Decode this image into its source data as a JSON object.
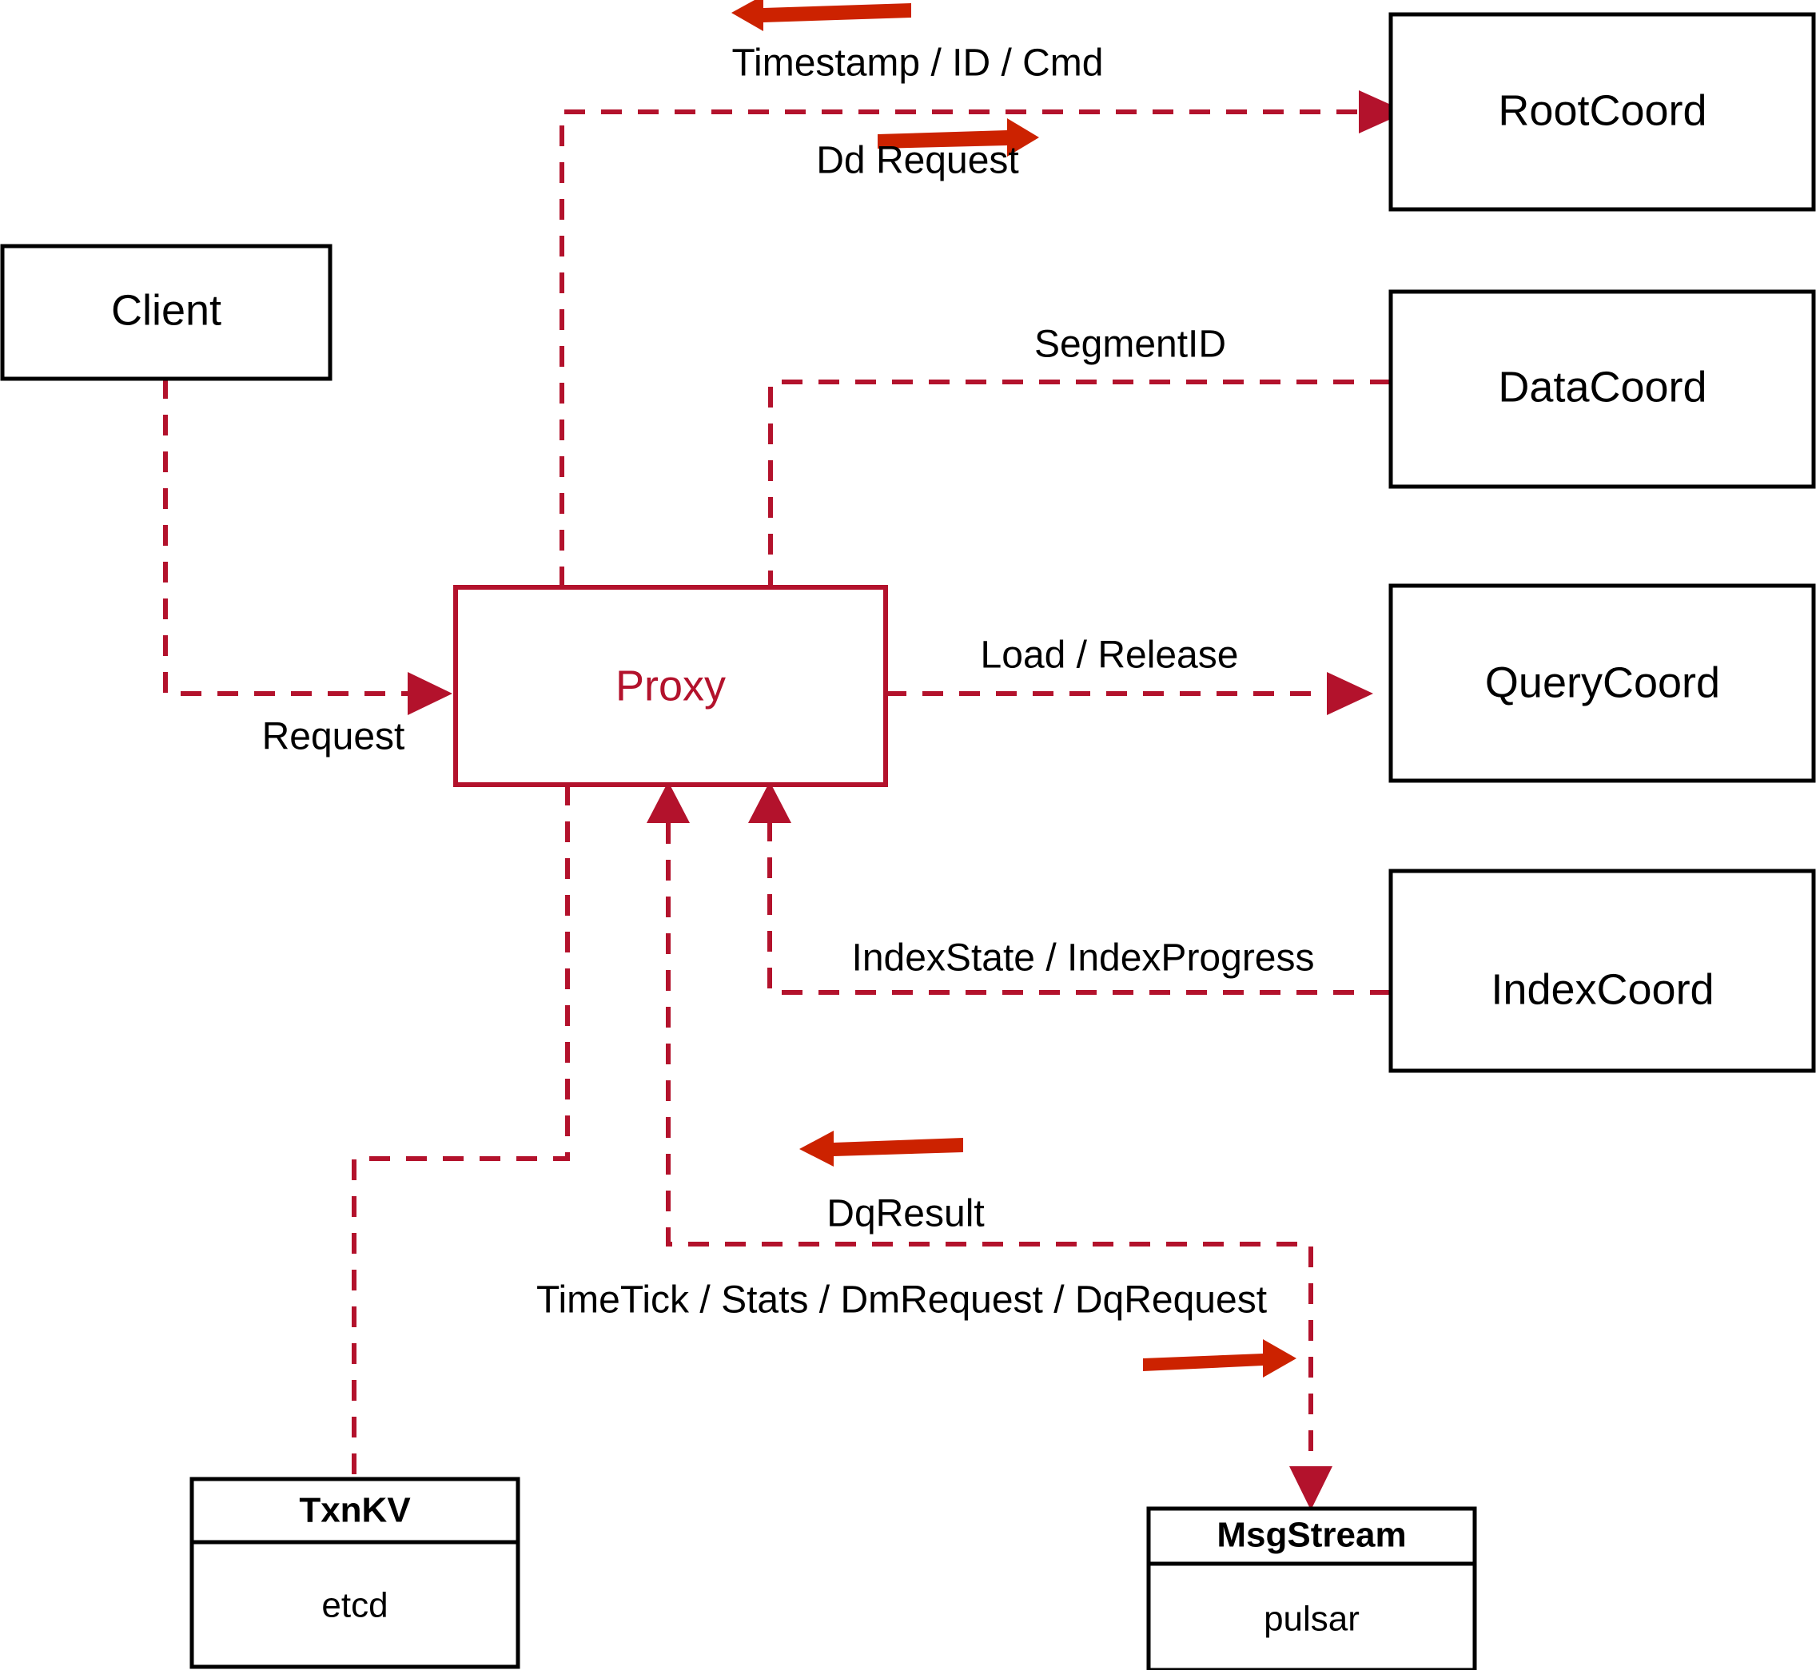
{
  "diagram": {
    "title": "Proxy component interaction diagram",
    "accent_color": "#B3122C",
    "arrow_color": "#CC2200",
    "node_border_color": "#000000",
    "background_color": "#FFFFFF"
  },
  "nodes": {
    "client": {
      "label": "Client"
    },
    "proxy": {
      "label": "Proxy"
    },
    "root_coord": {
      "label": "RootCoord"
    },
    "data_coord": {
      "label": "DataCoord"
    },
    "query_coord": {
      "label": "QueryCoord"
    },
    "index_coord": {
      "label": "IndexCoord"
    },
    "txnkv": {
      "title": "TxnKV",
      "body": "etcd"
    },
    "msgstream": {
      "title": "MsgStream",
      "body": "pulsar"
    }
  },
  "edge_labels": {
    "timestamp_id_cmd": "Timestamp / ID / Cmd",
    "dd_request": "Dd Request",
    "segment_id": "SegmentID",
    "request": "Request",
    "load_release": "Load / Release",
    "index_state_progress": "IndexState / IndexProgress",
    "dq_result": "DqResult",
    "timetick_stats_dm_dq": "TimeTick / Stats / DmRequest / DqRequest"
  },
  "edges": [
    {
      "from": "proxy",
      "to": "root_coord",
      "labels": [
        "Timestamp / ID / Cmd",
        "Dd Request"
      ],
      "direction": "bidirectional"
    },
    {
      "from": "data_coord",
      "to": "proxy",
      "labels": [
        "SegmentID"
      ],
      "direction": "to-proxy"
    },
    {
      "from": "client",
      "to": "proxy",
      "labels": [
        "Request"
      ],
      "direction": "to-proxy"
    },
    {
      "from": "proxy",
      "to": "query_coord",
      "labels": [
        "Load / Release"
      ],
      "direction": "from-proxy"
    },
    {
      "from": "index_coord",
      "to": "proxy",
      "labels": [
        "IndexState / IndexProgress"
      ],
      "direction": "to-proxy"
    },
    {
      "from": "proxy",
      "to": "txnkv",
      "labels": [],
      "direction": "from-proxy"
    },
    {
      "from": "msgstream",
      "to": "proxy",
      "labels": [
        "DqResult"
      ],
      "direction": "to-proxy"
    },
    {
      "from": "proxy",
      "to": "msgstream",
      "labels": [
        "TimeTick / Stats / DmRequest / DqRequest"
      ],
      "direction": "from-proxy"
    }
  ]
}
